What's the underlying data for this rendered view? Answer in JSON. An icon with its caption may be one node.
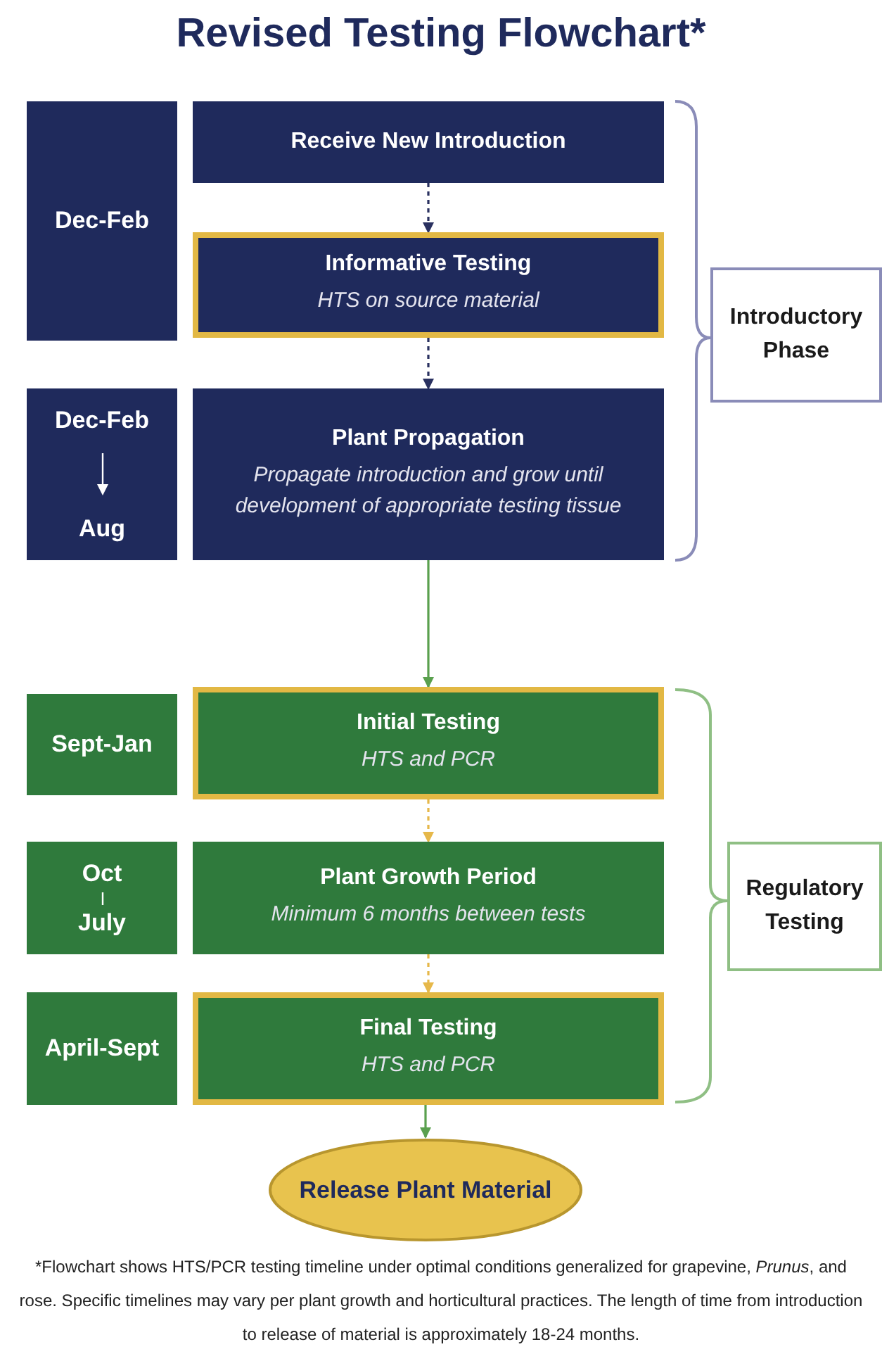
{
  "diagram": {
    "title": "Revised Testing Flowchart*",
    "caption": "*Flowchart shows HTS/PCR testing timeline under optimal conditions generalized for grapevine, *Prunus*, and rose. Specific timelines may vary per plant growth and horticultural practices. The length of time from introduction to release of material is approximately 18-24 months.",
    "nodes": [
      {
        "text": [
          "Dec-Feb"
        ]
      },
      {
        "text": [
          "Receive New Introduction"
        ]
      },
      {
        "text": [
          "Informative Testing",
          "HTS on source material"
        ]
      },
      {
        "text": [
          "Dec-Feb",
          "Aug"
        ]
      },
      {
        "text": [
          "Plant Propagation",
          "Propagate introduction and grow until development of appropriate testing tissue"
        ]
      },
      {
        "text": [
          "Introductory Phase"
        ]
      },
      {
        "text": [
          "Sept-Jan"
        ]
      },
      {
        "text": [
          "Initial Testing",
          "HTS and PCR"
        ]
      },
      {
        "text": [
          "Oct",
          "July"
        ]
      },
      {
        "text": [
          "Plant Growth Period",
          "Minimum 6 months between tests"
        ]
      },
      {
        "text": [
          "April-Sept"
        ]
      },
      {
        "text": [
          "Final Testing",
          "HTS and PCR"
        ]
      },
      {
        "text": [
          "Regulatory Testing"
        ]
      },
      {
        "text": [
          "Release Plant Material"
        ]
      }
    ],
    "edges": [
      {
        "from": 1,
        "to": 2,
        "arrow": "to",
        "style": "dashed",
        "color": "#2a3160"
      },
      {
        "from": 2,
        "to": 4,
        "arrow": "to",
        "style": "dashed",
        "color": "#2a3160"
      },
      {
        "from": 4,
        "to": 7,
        "arrow": "to",
        "color": "#5aa04e"
      },
      {
        "from": 7,
        "to": 9,
        "arrow": "to",
        "style": "dashed",
        "color": "#e6b84a"
      },
      {
        "from": 9,
        "to": 11,
        "arrow": "to",
        "style": "dashed",
        "color": "#e6b84a"
      },
      {
        "from": 11,
        "to": 13,
        "arrow": "to",
        "color": "#5aa04e"
      }
    ]
  }
}
